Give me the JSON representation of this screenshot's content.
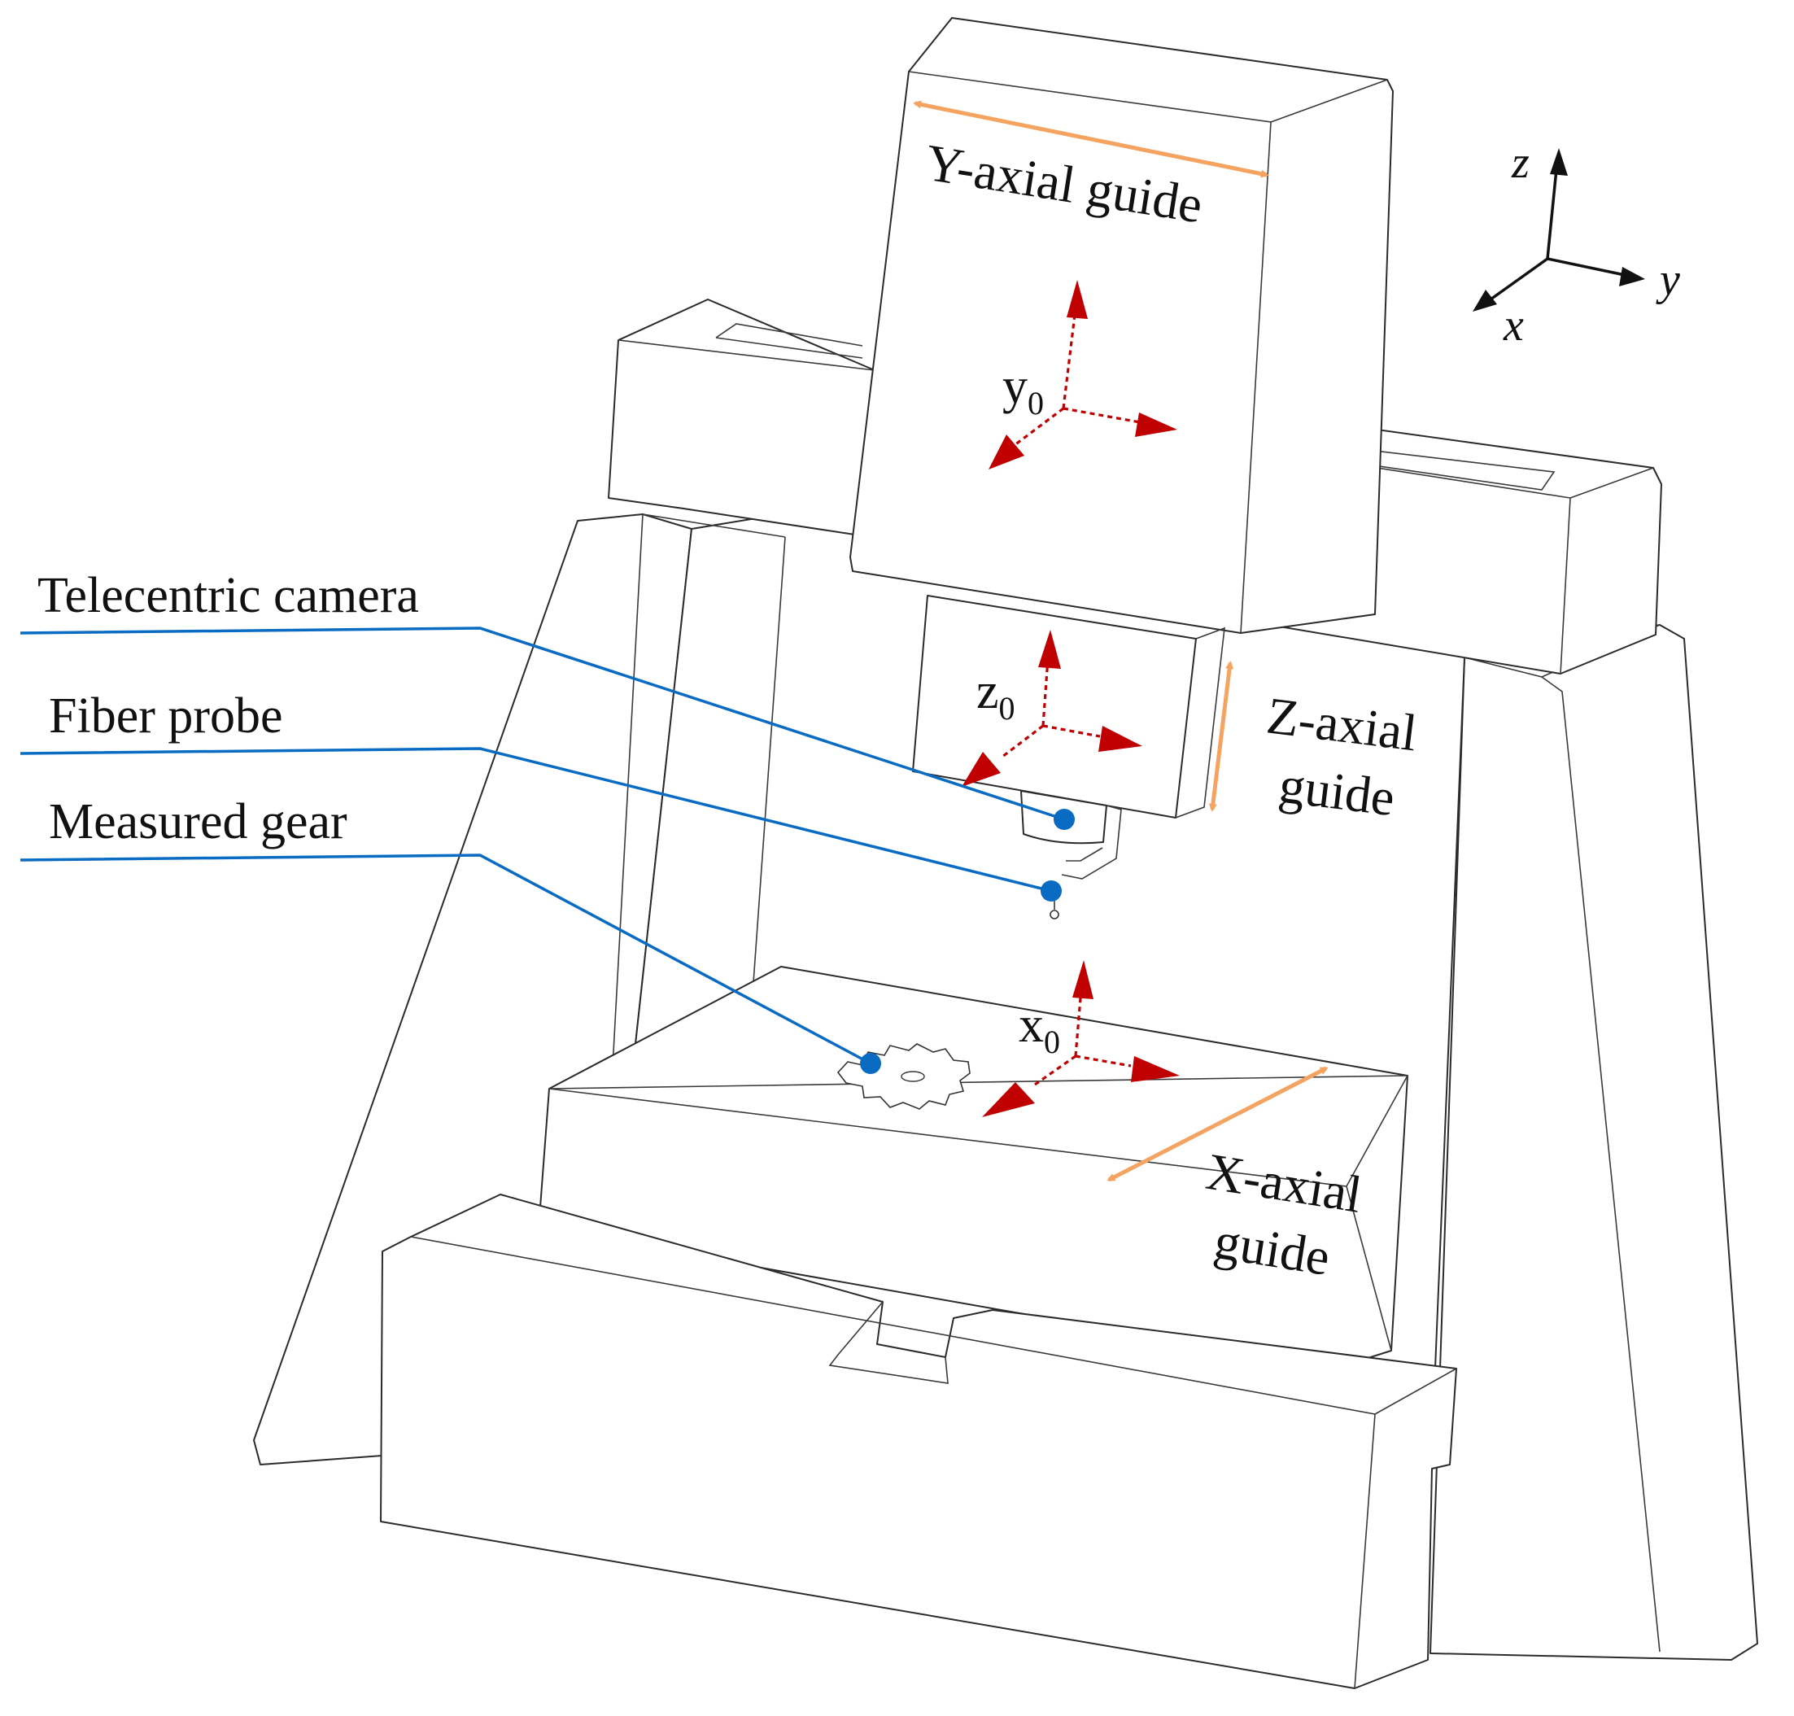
{
  "labels": {
    "y_guide": "Y-axial guide",
    "z_guide_line1": "Z-axial",
    "z_guide_line2": "guide",
    "x_guide_line1": "X-axial",
    "x_guide_line2": "guide",
    "telecentric_camera": "Telecentric camera",
    "fiber_probe": "Fiber probe",
    "measured_gear": "Measured gear"
  },
  "frames": {
    "y_frame": {
      "symbol": "y",
      "subscript": "0"
    },
    "z_frame": {
      "symbol": "z",
      "subscript": "0"
    },
    "x_frame": {
      "symbol": "x",
      "subscript": "0"
    }
  },
  "global_axes": {
    "z": "z",
    "y": "y",
    "x": "x"
  },
  "colors": {
    "callout": "#0a6bc2",
    "guide_arrow": "#f4a460",
    "frame_arrow": "#c00000",
    "outline": "#2b2b2b"
  }
}
